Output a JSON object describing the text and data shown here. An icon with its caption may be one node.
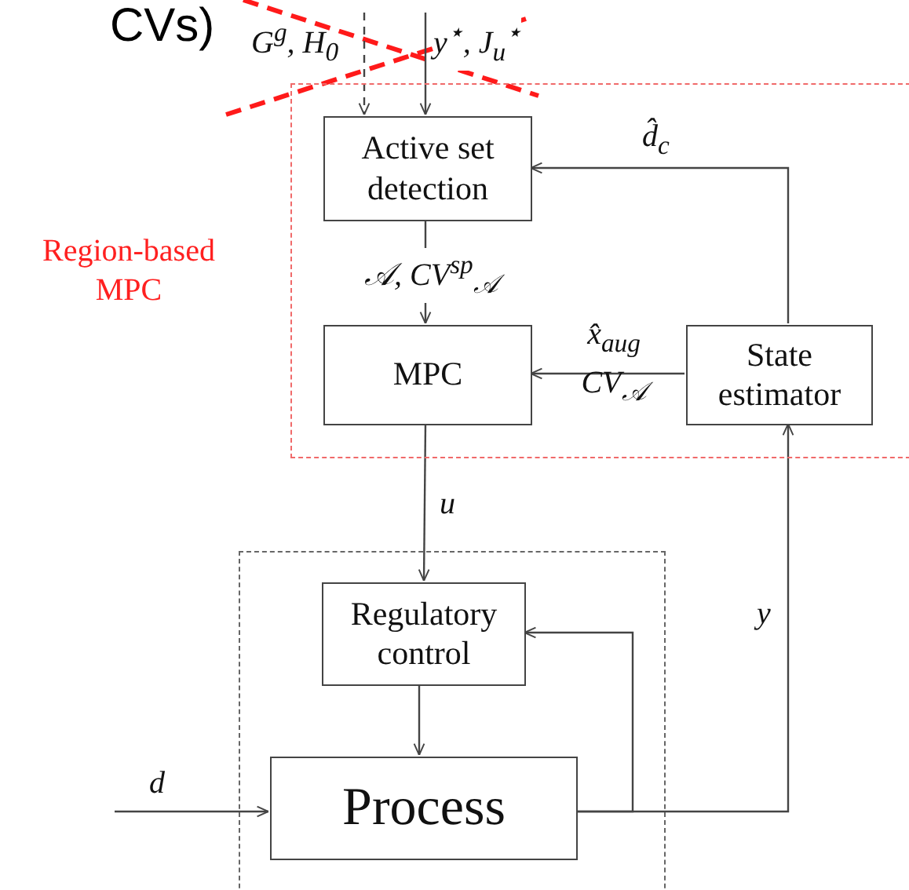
{
  "diagram": {
    "nodes": [
      {
        "text": [
          "Region-based MPC"
        ]
      },
      {
        "text": [
          "Active set detection"
        ],
        "in": 0
      },
      {
        "text": [
          "MPC"
        ],
        "in": 0
      },
      {
        "text": [
          "State estimator"
        ],
        "in": 0
      },
      {
        "text": [],
        "shape": "box"
      },
      {
        "text": [
          "Regulatory control"
        ],
        "in": 4
      },
      {
        "text": [
          "Process"
        ],
        "in": 4
      }
    ],
    "edges": [
      {
        "from": null,
        "to": 1,
        "arrow": "to",
        "label": "G$^{g}$, H$_{0}$",
        "style": "dashed"
      },
      {
        "from": null,
        "to": 1,
        "arrow": "to",
        "label": "y$^{⋆}$, J$_{u}$$^{⋆}$"
      },
      {
        "from": 3,
        "to": 1,
        "arrow": "to",
        "label": "d̂$_{c}$"
      },
      {
        "from": 1,
        "to": 2,
        "arrow": "to",
        "label": "𝒜, CV$^{sp}$$_{𝒜}$"
      },
      {
        "from": 3,
        "to": 2,
        "arrow": "to",
        "label": "x̂$_{aug}$ CV$_{𝒜}$"
      },
      {
        "from": 2,
        "to": 5,
        "arrow": "to",
        "label": "u"
      },
      {
        "from": 5,
        "to": 6,
        "arrow": "to"
      },
      {
        "from": null,
        "to": 6,
        "arrow": "to",
        "label": "d"
      },
      {
        "from": 6,
        "to": 5,
        "arrow": "to"
      },
      {
        "from": 6,
        "to": 3,
        "arrow": "to",
        "label": "y"
      }
    ],
    "labels": [
      "CVs)"
    ]
  }
}
